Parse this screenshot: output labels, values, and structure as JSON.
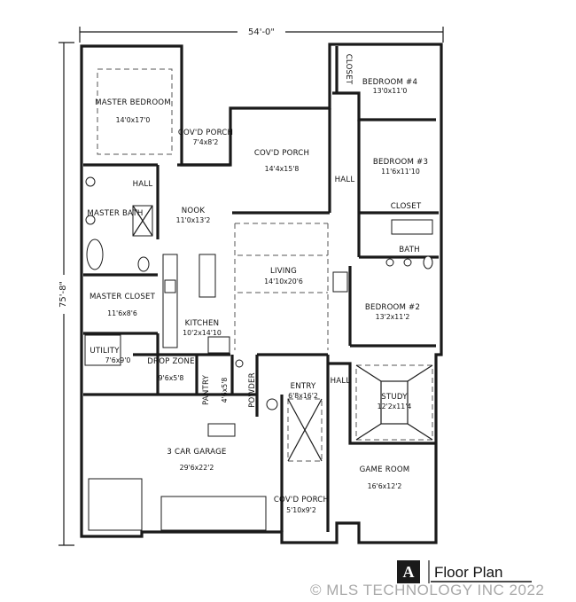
{
  "overall": {
    "width": "54'-0\"",
    "depth": "75'-8\""
  },
  "title": {
    "logo_letter": "A",
    "text": "Floor Plan"
  },
  "watermark": "© MLS TECHNOLOGY INC 2022",
  "rooms": {
    "master_bedroom": {
      "name": "MASTER BEDROOM",
      "dims": "14'0x17'0"
    },
    "covd_porch_small": {
      "name": "COV'D PORCH",
      "dims": "7'4x8'2"
    },
    "covd_porch_large": {
      "name": "COV'D PORCH",
      "dims": "14'4x15'8"
    },
    "closet_top": {
      "name": "CLOSET"
    },
    "bedroom4": {
      "name": "BEDROOM #4",
      "dims": "13'0x11'0"
    },
    "bedroom3": {
      "name": "BEDROOM #3",
      "dims": "11'6x11'10"
    },
    "closet_b3": {
      "name": "CLOSET"
    },
    "hall_left": {
      "name": "HALL"
    },
    "hall_right": {
      "name": "HALL"
    },
    "hall_entry": {
      "name": "HALL"
    },
    "master_bath": {
      "name": "MASTER BATH"
    },
    "nook": {
      "name": "NOOK",
      "dims": "11'0x13'2"
    },
    "bath": {
      "name": "BATH"
    },
    "living": {
      "name": "LIVING",
      "dims": "14'10x20'6"
    },
    "master_closet": {
      "name": "MASTER CLOSET",
      "dims": "11'6x8'6"
    },
    "bedroom2": {
      "name": "BEDROOM #2",
      "dims": "13'2x11'2"
    },
    "kitchen": {
      "name": "KITCHEN",
      "dims": "10'2x14'10"
    },
    "utility": {
      "name": "UTILITY",
      "dims": "7'6x9'0"
    },
    "drop_zone": {
      "name": "DROP ZONE",
      "dims": "9'6x5'8"
    },
    "pantry": {
      "name": "PANTRY",
      "dims": "4'6x5'8"
    },
    "powder": {
      "name": "POWDER"
    },
    "entry": {
      "name": "ENTRY",
      "dims": "6'8x16'2"
    },
    "study": {
      "name": "STUDY",
      "dims": "12'2x11'4"
    },
    "garage": {
      "name": "3 CAR GARAGE",
      "dims": "29'6x22'2"
    },
    "game_room": {
      "name": "GAME ROOM",
      "dims": "16'6x12'2"
    },
    "covd_porch_front": {
      "name": "COV'D PORCH",
      "dims": "5'10x9'2"
    }
  }
}
